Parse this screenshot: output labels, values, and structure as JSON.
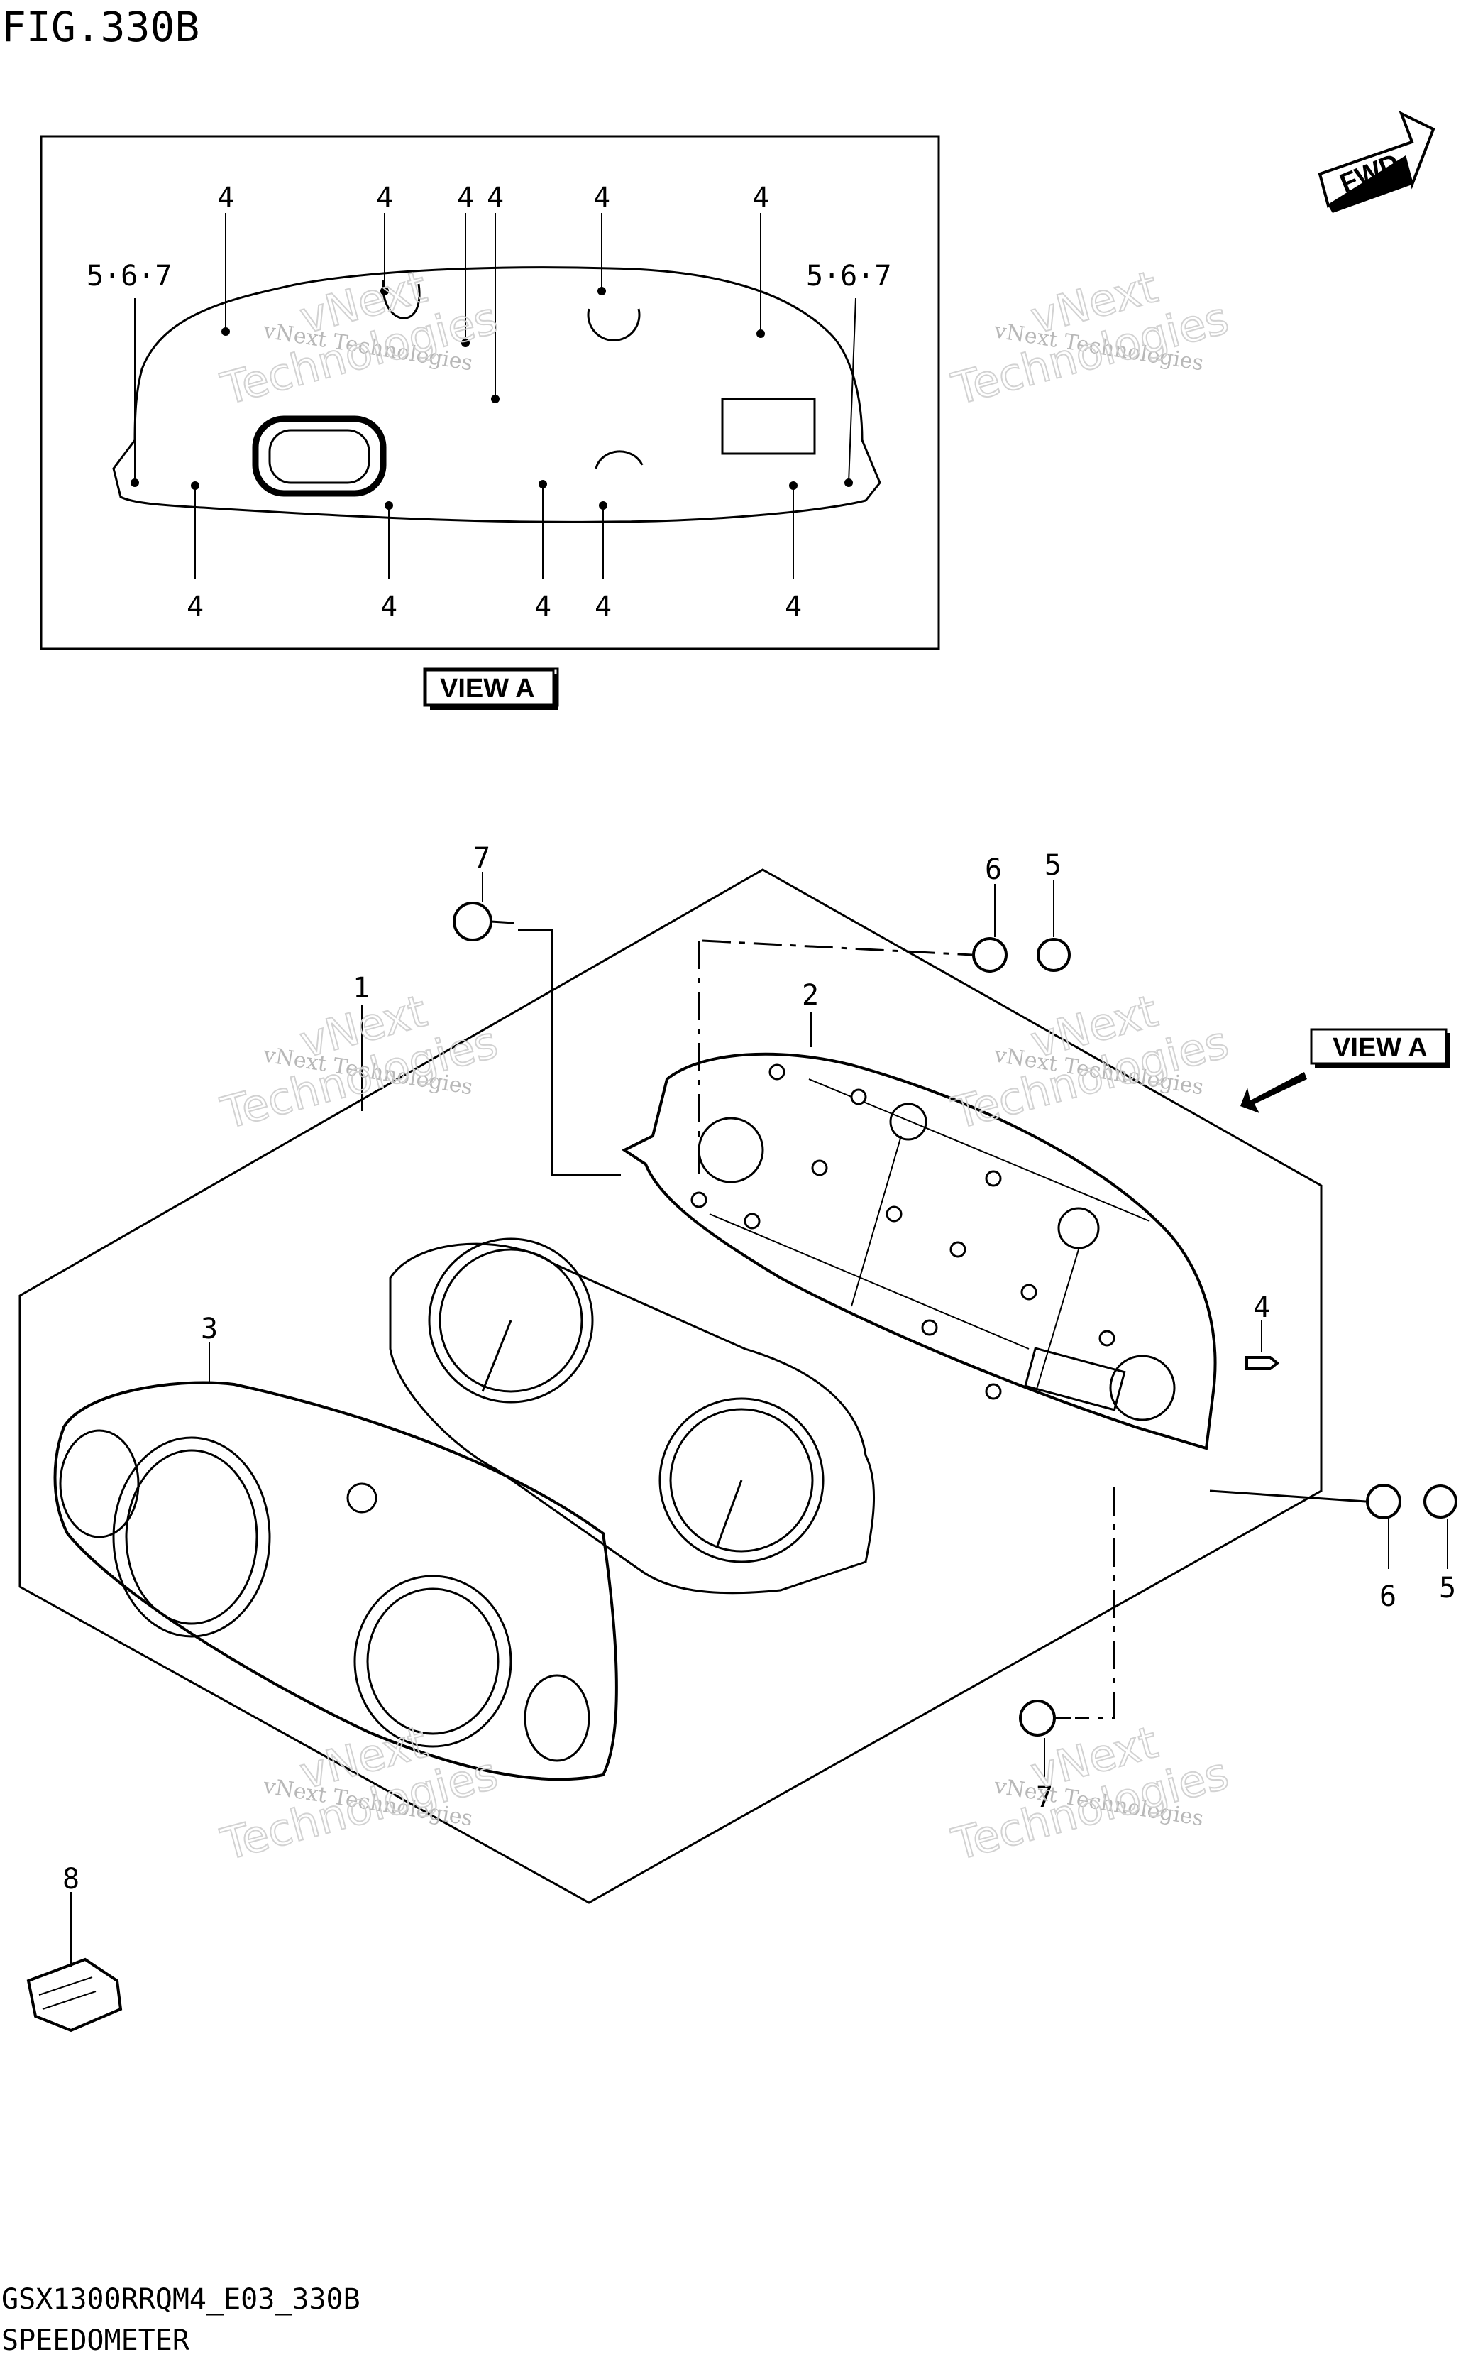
{
  "header": {
    "figure_title": "FIG.330B"
  },
  "view_a": {
    "tag_label": "VIEW A",
    "callouts_top": [
      "5·6·7",
      "4",
      "4",
      "4",
      "4",
      "4",
      "4",
      "5·6·7"
    ],
    "callouts_bottom": [
      "4",
      "4",
      "4",
      "4",
      "4"
    ]
  },
  "fwd_label": "FWD",
  "main": {
    "view_a_pointer_label": "VIEW A",
    "callouts": {
      "c1": "1",
      "c2": "2",
      "c3": "3",
      "c4": "4",
      "c5a": "5",
      "c6a": "6",
      "c7a": "7",
      "c5b": "5",
      "c6b": "6",
      "c7b": "7",
      "c8": "8"
    }
  },
  "watermark": {
    "line1": "vNext Technologies",
    "line2": "Technologies",
    "line3": "vNext"
  },
  "footer": {
    "code": "GSX1300RRQM4_E03_330B",
    "name": "SPEEDOMETER"
  }
}
